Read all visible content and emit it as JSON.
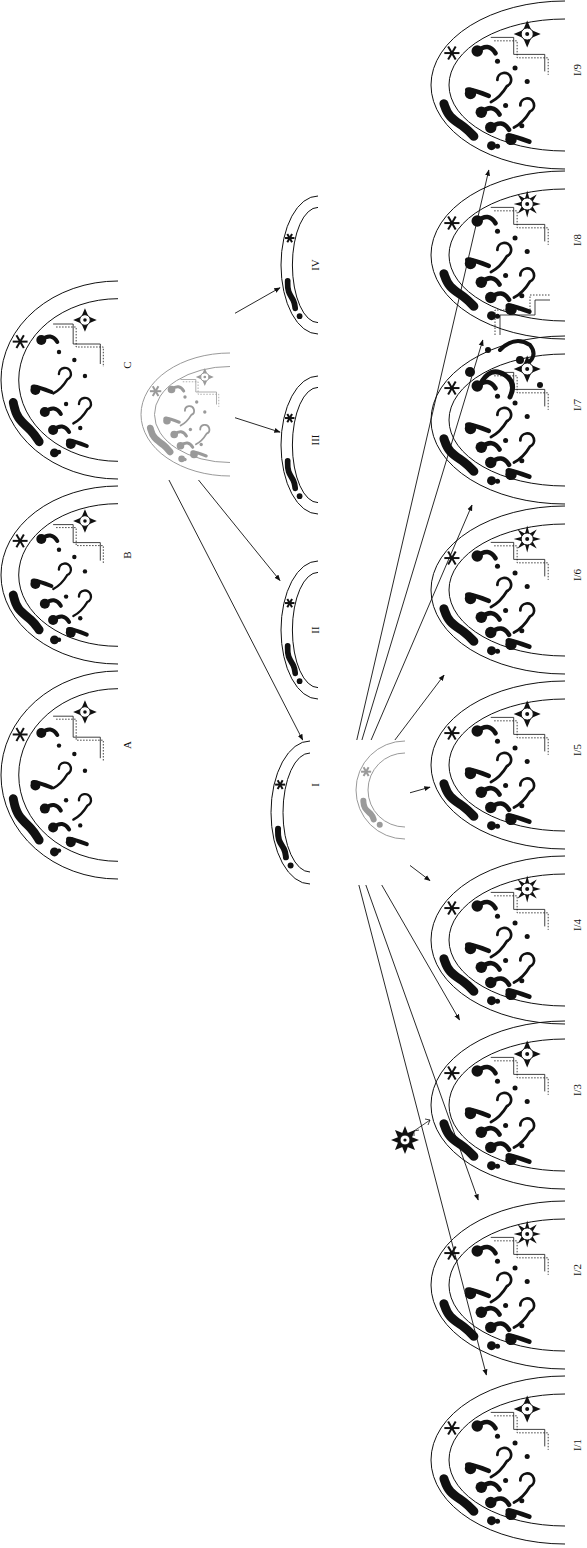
{
  "diagram": {
    "nodes": [
      {
        "text": [
          "A"
        ]
      },
      {
        "text": [
          "B"
        ]
      },
      {
        "text": [
          "C"
        ]
      },
      {
        "text": [
          "I"
        ]
      },
      {
        "text": [
          "II"
        ]
      },
      {
        "text": [
          "III"
        ]
      },
      {
        "text": [
          "IV"
        ]
      },
      {
        "text": [
          "I/1"
        ]
      },
      {
        "text": [
          "I/2"
        ]
      },
      {
        "text": [
          "I/3"
        ]
      },
      {
        "text": [
          "I/4"
        ]
      },
      {
        "text": [
          "I/5"
        ]
      },
      {
        "text": [
          "I/6"
        ]
      },
      {
        "text": [
          "I/7"
        ]
      },
      {
        "text": [
          "I/8"
        ]
      },
      {
        "text": [
          "I/9"
        ]
      }
    ],
    "edges": [
      {
        "from": 2,
        "to": 3,
        "arrow": "to"
      },
      {
        "from": 2,
        "to": 4,
        "arrow": "to"
      },
      {
        "from": 2,
        "to": 5,
        "arrow": "to"
      },
      {
        "from": 2,
        "to": 6,
        "arrow": "to"
      },
      {
        "from": 3,
        "to": 7,
        "arrow": "to"
      },
      {
        "from": 3,
        "to": 8,
        "arrow": "to"
      },
      {
        "from": 3,
        "to": 9,
        "arrow": "to"
      },
      {
        "from": 3,
        "to": 10,
        "arrow": "to"
      },
      {
        "from": 3,
        "to": 11,
        "arrow": "to"
      },
      {
        "from": 3,
        "to": 12,
        "arrow": "to"
      },
      {
        "from": 3,
        "to": 13,
        "arrow": "to"
      },
      {
        "from": 3,
        "to": 14,
        "arrow": "to"
      },
      {
        "from": 3,
        "to": 15,
        "arrow": "to"
      }
    ]
  }
}
